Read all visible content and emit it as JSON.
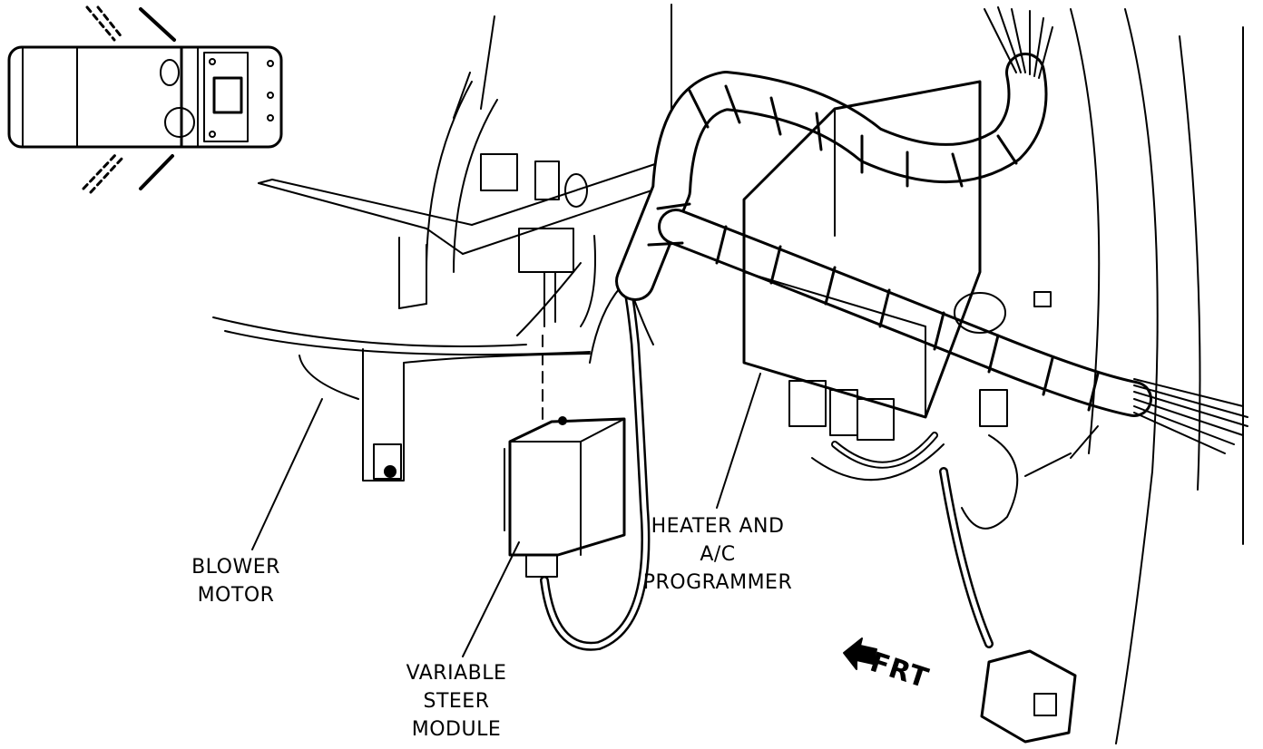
{
  "labels": {
    "blower_motor": [
      "BLOWER",
      "MOTOR"
    ],
    "variable_steer_module": [
      "VARIABLE",
      "STEER",
      "MODULE"
    ],
    "heater_ac_programmer": [
      "HEATER AND",
      "A/C",
      "PROGRAMMER"
    ],
    "front_indicator": "FRT"
  },
  "style": {
    "ink": "#000000",
    "paper": "#ffffff"
  }
}
